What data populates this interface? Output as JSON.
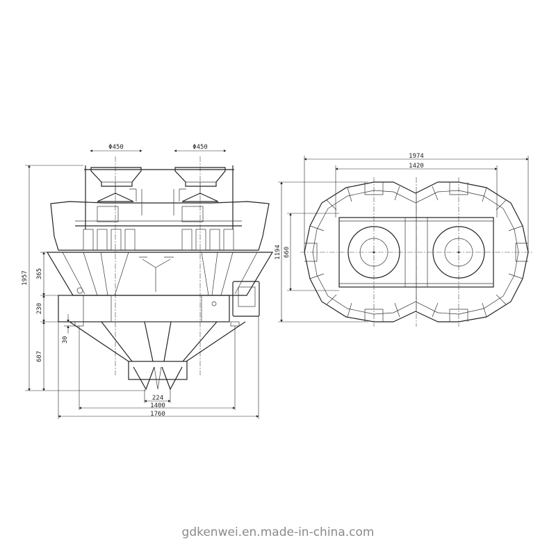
{
  "front_view": {
    "dims": {
      "hopper_left": "Φ450",
      "hopper_right": "Φ450",
      "total_height": "1957",
      "upper_section": "365",
      "frame_height": "230",
      "foot": "30",
      "lower_section": "607",
      "outlet": "224",
      "foot_span": "1400",
      "total_width": "1760"
    }
  },
  "top_view": {
    "dims": {
      "total_length": "1974",
      "frame_length": "1420",
      "total_width": "1194",
      "frame_width": "660"
    }
  },
  "watermark": "gdkenwei.en.made-in-china.com",
  "colors": {
    "line": "#222222",
    "watermark": "#8a8a8a"
  }
}
